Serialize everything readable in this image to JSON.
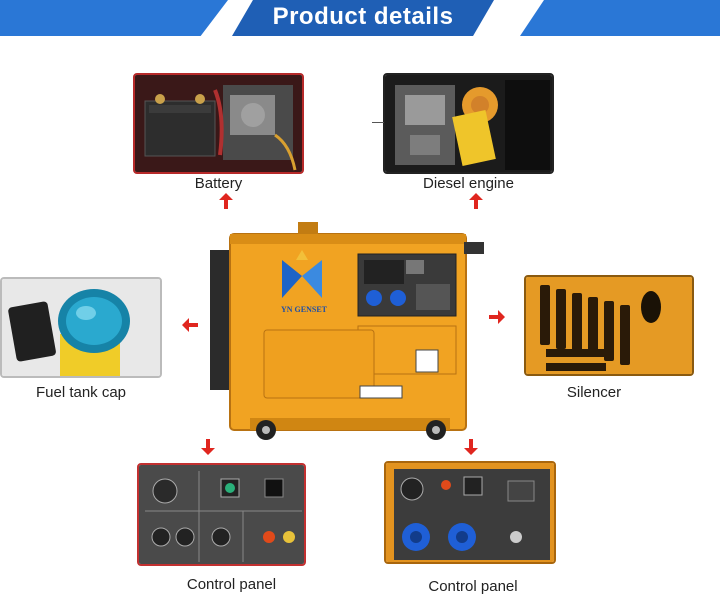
{
  "header": {
    "title": "Product details"
  },
  "generator": {
    "logo_text": "YN GENSET"
  },
  "parts": [
    {
      "label": "Battery"
    },
    {
      "label": "Diesel engine"
    },
    {
      "label": "Fuel tank cap"
    },
    {
      "label": "Silencer"
    },
    {
      "label": "Control panel"
    },
    {
      "label": "Control panel"
    }
  ],
  "colors": {
    "banner": "#2a77d6",
    "accent": "#e0261f",
    "generator": "#f1a322"
  }
}
